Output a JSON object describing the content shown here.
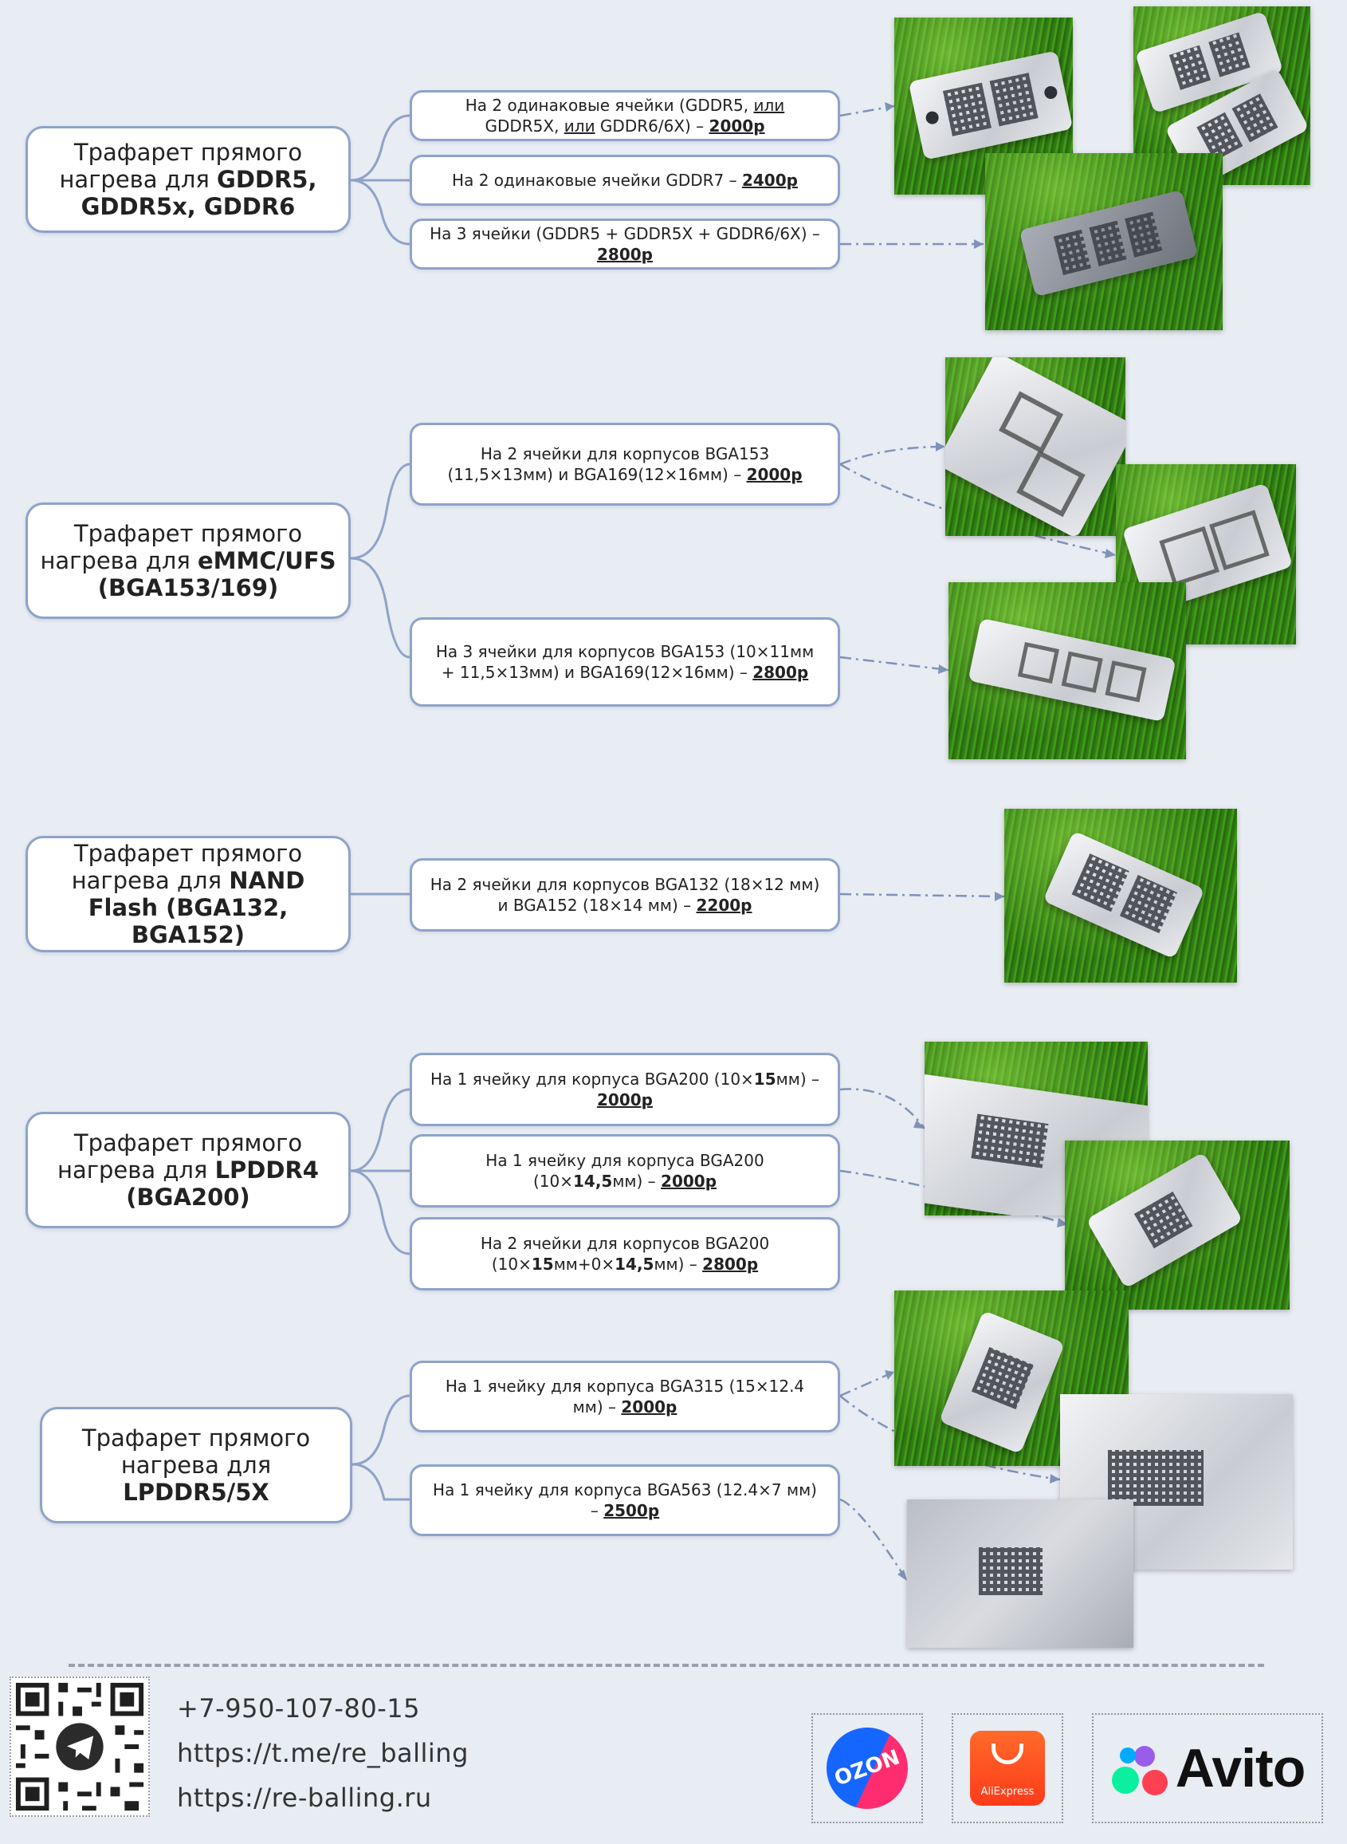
{
  "sections": [
    {
      "category_normal": "Трафарет прямого нагрева для",
      "category_bold": "GDDR5, GDDR5x, GDDR6",
      "options": [
        {
          "text_1": "На 2 одинаковые ячейки (GDDR5, ",
          "or_1": "или",
          "text_2": " GDDR5X, ",
          "or_2": "или",
          "text_3": " GDDR6/6X) – ",
          "price": "2000р"
        },
        {
          "text_1": "На 2 одинаковые ячейки GDDR7 – ",
          "price": "2400р"
        },
        {
          "text_1": "На 3 ячейки (GDDR5 + GDDR5X + GDDR6/6X) – ",
          "price": "2800р"
        }
      ]
    },
    {
      "category_normal": "Трафарет прямого нагрева для",
      "category_bold": "eMMC/UFS (BGA153/169)",
      "options": [
        {
          "text_1": "На 2 ячейки для корпусов BGA153 (11,5×13мм) и BGA169(12×16мм) – ",
          "price": "2000р"
        },
        {
          "text_1": "На 3 ячейки для корпусов BGA153 (10×11мм + 11,5×13мм) и BGA169(12×16мм) – ",
          "price": "2800р"
        }
      ]
    },
    {
      "category_normal": "Трафарет прямого нагрева для",
      "category_bold": "NAND Flash (BGA132, BGA152)",
      "options": [
        {
          "text_1": "На 2 ячейки для корпусов BGA132 (18×12 мм) и BGA152 (18×14 мм) – ",
          "price": "2200р"
        }
      ]
    },
    {
      "category_normal": "Трафарет прямого нагрева для",
      "category_bold": "LPDDR4 (BGA200)",
      "options": [
        {
          "text_1": "На 1 ячейку для корпуса BGA200 (10×",
          "bold_1": "15",
          "text_2": "мм) – ",
          "price": "2000р"
        },
        {
          "text_1": "На 1 ячейку для корпуса BGA200 (10×",
          "bold_1": "14,5",
          "text_2": "мм) – ",
          "price": "2000р"
        },
        {
          "text_1": "На 2 ячейки для корпусов BGA200 (10×",
          "bold_1": "15",
          "text_2": "мм+0×",
          "bold_2": "14,5",
          "text_3": "мм) – ",
          "price": "2800р"
        }
      ]
    },
    {
      "category_normal": "Трафарет прямого нагрева для",
      "category_bold": "LPDDR5/5X",
      "options": [
        {
          "text_1": "На 1 ячейку для корпуса BGA315 (15×12.4 мм) – ",
          "price": "2000р"
        },
        {
          "text_1": "На 1 ячейку для корпуса BGA563 (12.4×7 мм) – ",
          "price": "2500р"
        }
      ]
    }
  ],
  "footer": {
    "phone": "+7-950-107-80-15",
    "telegram": "https://t.me/re_balling",
    "site": "https://re-balling.ru",
    "stores": {
      "ozon": "OZON",
      "aliexpress": "AliExpress",
      "avito": "Avito"
    }
  },
  "colors": {
    "background": "#e8ecf3",
    "box_border": "#8ea3c8",
    "connector": "#8ea3c8",
    "ozon_blue": "#1566ff",
    "ozon_pink": "#ff2d6f",
    "ali_orange": "#ff4a1f"
  },
  "icons": [
    "qr-code",
    "telegram-icon",
    "ozon-logo",
    "aliexpress-logo",
    "avito-logo"
  ]
}
